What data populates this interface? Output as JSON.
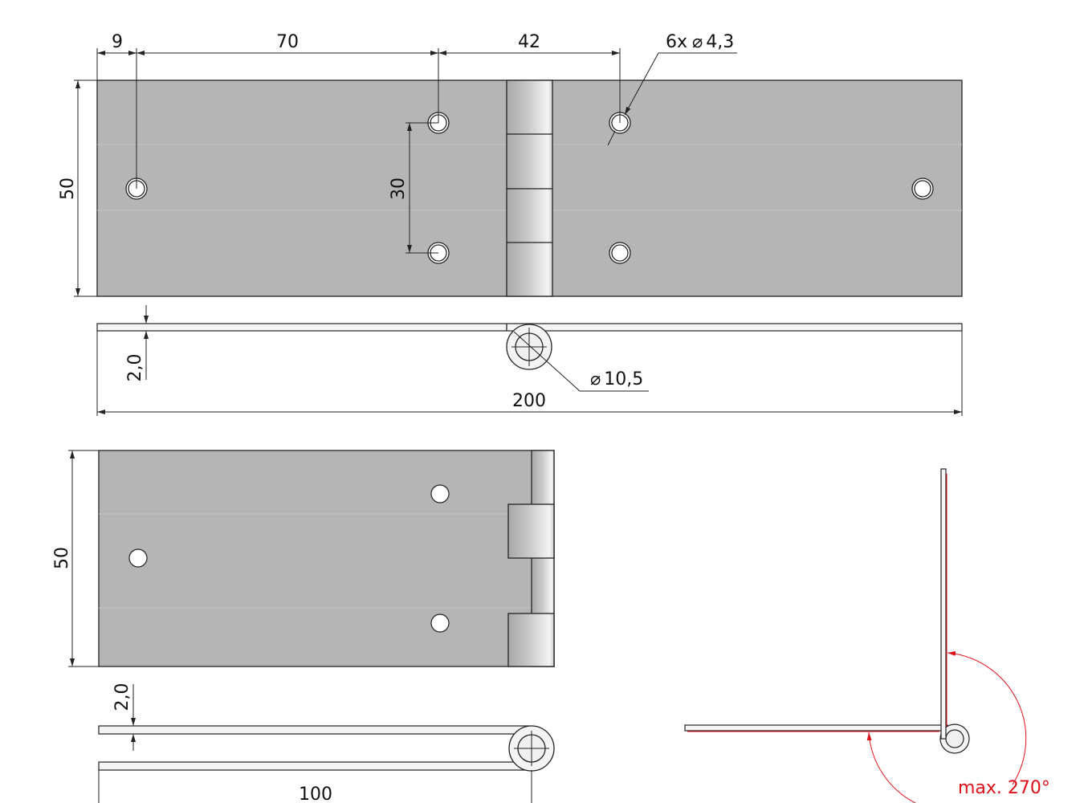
{
  "drawing": {
    "top_view": {
      "dim_9": "9",
      "dim_70": "70",
      "dim_42": "42",
      "hole_callout": "6x ⌀ 4,3",
      "hole_count": "6x",
      "hole_dia": "4,3",
      "height": "50",
      "hole_spacing": "30"
    },
    "side_view": {
      "thickness": "2,0",
      "knuckle_dia": "10,5",
      "length": "200"
    },
    "half_view": {
      "height": "50",
      "thickness": "2,0",
      "length": "100"
    },
    "rotation_view": {
      "max_angle": "max. 270°"
    },
    "colors": {
      "plate": "#b5b5b5",
      "line": "#222222",
      "accent": "#e0101a"
    }
  }
}
